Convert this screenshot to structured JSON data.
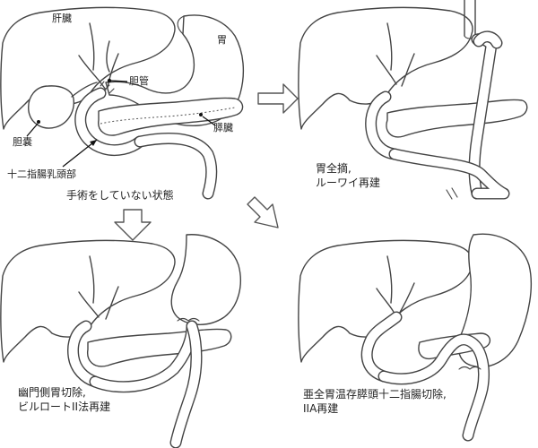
{
  "labels": {
    "liver": "肝臓",
    "stomach": "胃",
    "bile_duct": "胆管",
    "pancreas": "膵臓",
    "gallbladder": "胆嚢",
    "papilla": "十二指腸乳頭部"
  },
  "panels": {
    "original": {
      "caption": "手術をしていない状態"
    },
    "total_gastrectomy": {
      "caption_line1": "胃全摘,",
      "caption_line2": "ルーワイ再建"
    },
    "distal_gastrectomy": {
      "caption_line1": "幽門側胃切除,",
      "caption_line2": "ビルロートII法再建"
    },
    "pppd": {
      "caption_line1": "亜全胃温存膵頭十二指腸切除,",
      "caption_line2": "IIA再建"
    }
  },
  "arrows": [
    {
      "name": "right-arrow",
      "direction": "right"
    },
    {
      "name": "down-arrow",
      "direction": "down"
    },
    {
      "name": "diagonal-arrow",
      "direction": "down-right"
    }
  ]
}
